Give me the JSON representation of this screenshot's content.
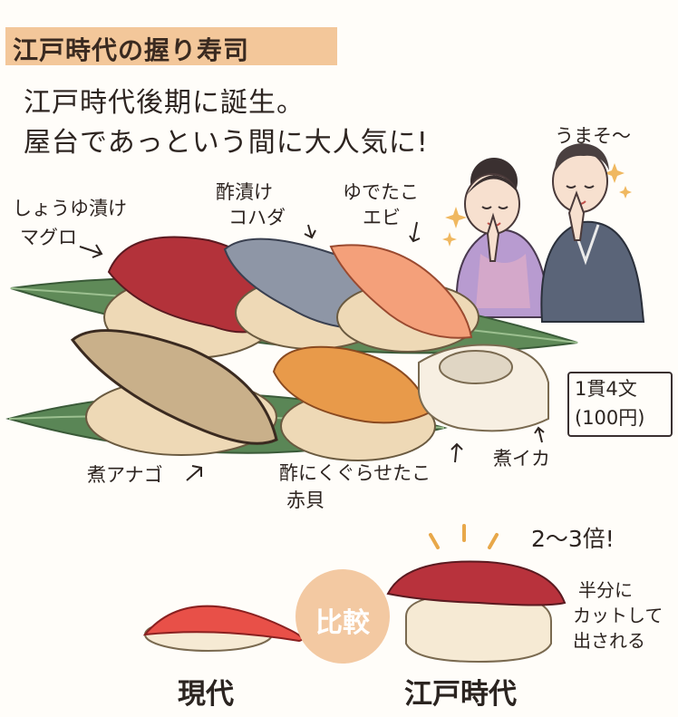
{
  "title": "江戸時代の握り寿司",
  "lead": {
    "line1": "江戸時代後期に誕生。",
    "line2": "屋台であっという間に大人気に!"
  },
  "speech": "うまそ〜",
  "labels": {
    "maguro_line1": "しょうゆ漬け",
    "maguro_line2": "マグロ",
    "kohada_line1": "酢漬け",
    "kohada_line2": "コハダ",
    "ebi_line1": "ゆでたこ",
    "ebi_line2": "エビ",
    "anago": "煮アナゴ",
    "akagai_line1": "酢にくぐらせたこ",
    "akagai_line2": "赤貝",
    "ika": "煮イカ"
  },
  "price": {
    "line1": "1貫4文",
    "line2": "(100円)"
  },
  "compare": {
    "circle_label": "比較",
    "modern": "現代",
    "edo": "江戸時代",
    "ratio": "2〜3倍!",
    "note_line1": "半分に",
    "note_line2": "カットして",
    "note_line3": "出される"
  }
}
